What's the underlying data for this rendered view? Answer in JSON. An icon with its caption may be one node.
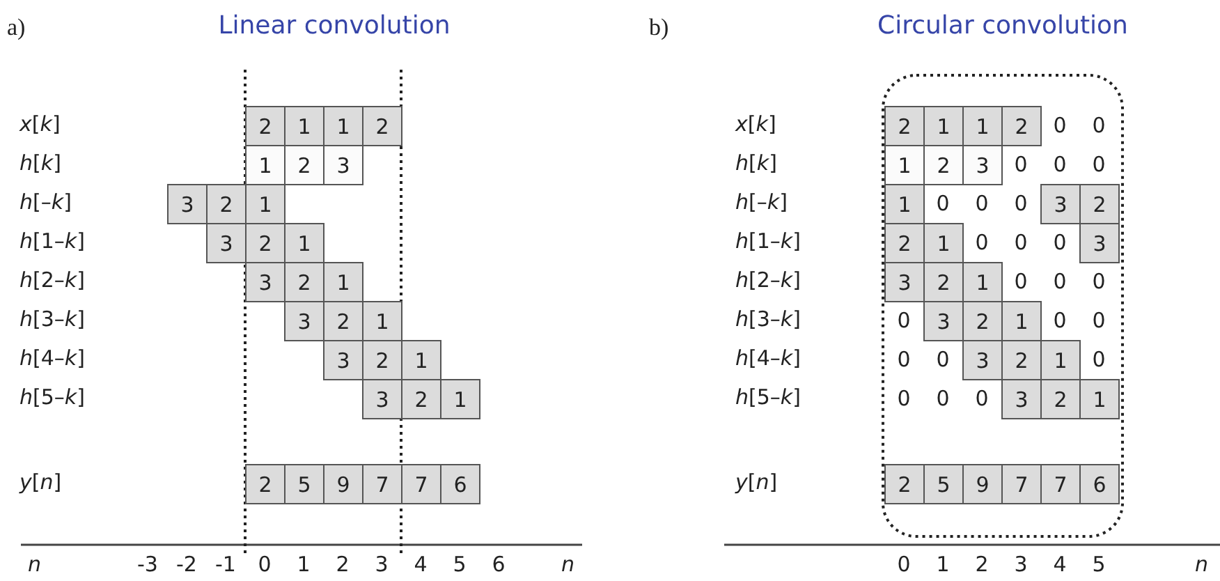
{
  "diagram": {
    "labels": [
      "a)",
      "Linear convolution",
      "b)",
      "Circular convolution",
      "*x*[*k*]",
      "2",
      "1",
      "1",
      "2",
      "*h*[*k*]",
      "1",
      "2",
      "3",
      "*h*[–*k*]",
      "3",
      "2",
      "1",
      "*h*[1–*k*]",
      "3",
      "2",
      "1",
      "*h*[2–*k*]",
      "3",
      "2",
      "1",
      "*h*[3–*k*]",
      "3",
      "2",
      "1",
      "*h*[4–*k*]",
      "3",
      "2",
      "1",
      "*h*[5–*k*]",
      "3",
      "2",
      "1",
      "*y*[*n*]",
      "2",
      "5",
      "9",
      "7",
      "7",
      "6",
      "n",
      "-3",
      "-2",
      "-1",
      "0",
      "1",
      "2",
      "3",
      "4",
      "5",
      "6",
      "n",
      "*x*[*k*]",
      "2",
      "1",
      "1",
      "2",
      "0",
      "0",
      "*h*[*k*]",
      "1",
      "2",
      "3",
      "0",
      "0",
      "0",
      "*h*[–*k*]",
      "1",
      "0",
      "0",
      "0",
      "3",
      "2",
      "*h*[1–*k*]",
      "2",
      "1",
      "0",
      "0",
      "0",
      "3",
      "*h*[2–*k*]",
      "3",
      "2",
      "1",
      "0",
      "0",
      "0",
      "*h*[3–*k*]",
      "0",
      "3",
      "2",
      "1",
      "0",
      "0",
      "*h*[4–*k*]",
      "0",
      "0",
      "3",
      "2",
      "1",
      "0",
      "*h*[5–*k*]",
      "0",
      "0",
      "0",
      "3",
      "2",
      "1",
      "*y*[*n*]",
      "2",
      "5",
      "9",
      "7",
      "7",
      "6",
      "0",
      "1",
      "2",
      "3",
      "4",
      "5",
      "n"
    ]
  }
}
